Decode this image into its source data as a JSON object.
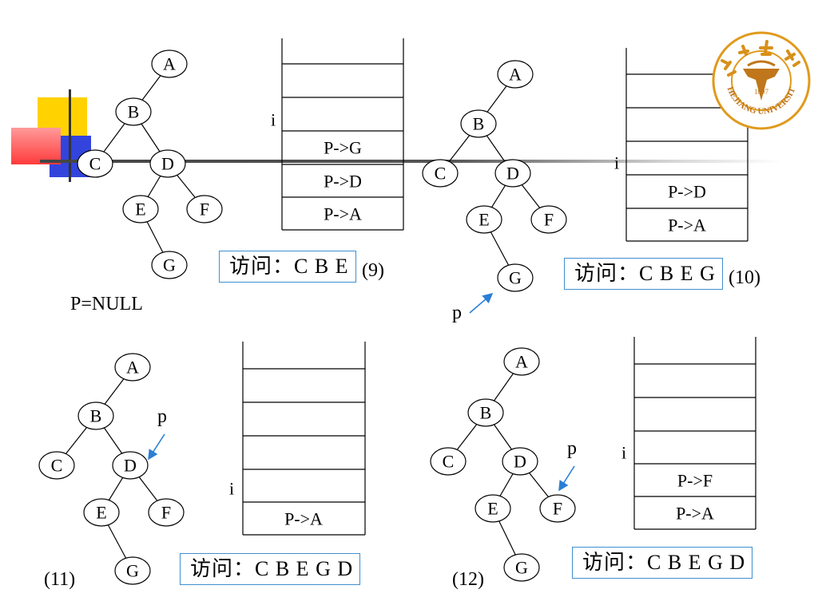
{
  "decoration": {
    "colors": {
      "yellow": "#ffd200",
      "red": "#ff3b3b",
      "blue": "#3344dd",
      "line": "#555555"
    }
  },
  "logo": {
    "name": "ZHEJIANG UNIVERSITY",
    "year": "1897",
    "top_text": "浙江大学"
  },
  "panels": [
    {
      "number": "(9)",
      "nodes": [
        "A",
        "B",
        "C",
        "D",
        "E",
        "F",
        "G"
      ],
      "pointer_label": "",
      "stack": {
        "index_label": "i",
        "entries": [
          "P->G",
          "P->D",
          "P->A"
        ]
      },
      "visit": "访问：C B E",
      "note": "P=NULL"
    },
    {
      "number": "(10)",
      "nodes": [
        "A",
        "B",
        "C",
        "D",
        "E",
        "F",
        "G"
      ],
      "pointer_label": "p",
      "stack": {
        "index_label": "i",
        "entries": [
          "P->D",
          "P->A"
        ]
      },
      "visit": "访问：C B E G"
    },
    {
      "number": "(11)",
      "nodes": [
        "A",
        "B",
        "C",
        "D",
        "E",
        "F",
        "G"
      ],
      "pointer_label": "p",
      "stack": {
        "index_label": "i",
        "entries": [
          "P->A"
        ]
      },
      "visit": "访问：C B E G D"
    },
    {
      "number": "(12)",
      "nodes": [
        "A",
        "B",
        "C",
        "D",
        "E",
        "F",
        "G"
      ],
      "pointer_label": "p",
      "stack": {
        "index_label": "i",
        "entries": [
          "P->F",
          "P->A"
        ]
      },
      "visit": "访问：C B E G D"
    }
  ]
}
